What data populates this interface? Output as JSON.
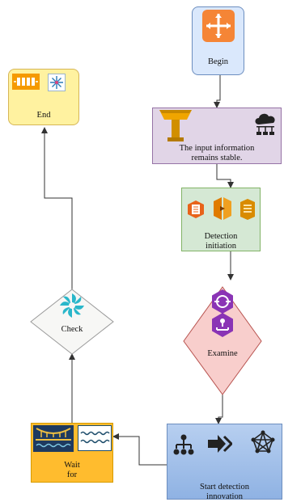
{
  "colors": {
    "begin_fill": "#dae8fc",
    "begin_stroke": "#6c8ebf",
    "end_fill": "#fff2a0",
    "end_stroke": "#d6b656",
    "input_fill": "#e1d5e7",
    "input_stroke": "#9673a6",
    "detect_fill": "#d5e8d4",
    "detect_stroke": "#82b366",
    "examine_fill": "#f8cecc",
    "examine_stroke": "#b85450",
    "start_fill": "#a9c4eb",
    "start_stroke": "#6c8ebf",
    "wait_fill": "#ffbc2e",
    "wait_stroke": "#d79b00",
    "edge": "#333333"
  },
  "nodes": {
    "begin": {
      "label": "Begin",
      "icon": "router-icon"
    },
    "input": {
      "label_line1": "The input information",
      "label_line2": "remains stable.",
      "icons": [
        "gateway-icon",
        "cloud-storage-icon"
      ]
    },
    "detection": {
      "label_line1": "Detection",
      "label_line2": "initiation",
      "icons": [
        "document-stack-icon",
        "connector-icon",
        "queue-icon"
      ]
    },
    "examine": {
      "label": "Examine",
      "icons": [
        "rotate-icon",
        "cluster-icon"
      ]
    },
    "start": {
      "label_line1": "Start detection",
      "label_line2": "innovation",
      "icons": [
        "hierarchy-icon",
        "forward-arrow-icon",
        "network-icon"
      ]
    },
    "wait": {
      "label_line1": "Wait",
      "label_line2": "for",
      "icons": [
        "bridge-icon",
        "wave-icon"
      ]
    },
    "check": {
      "label": "Check",
      "icon": "pinwheel-icon"
    },
    "end": {
      "label": "End",
      "icons": [
        "bar-chart-icon",
        "snowflake-icon"
      ]
    }
  },
  "edges": [
    {
      "from": "begin",
      "to": "input"
    },
    {
      "from": "input",
      "to": "detection"
    },
    {
      "from": "detection",
      "to": "examine"
    },
    {
      "from": "examine",
      "to": "start"
    },
    {
      "from": "start",
      "to": "wait"
    },
    {
      "from": "wait",
      "to": "check"
    },
    {
      "from": "check",
      "to": "end"
    }
  ]
}
